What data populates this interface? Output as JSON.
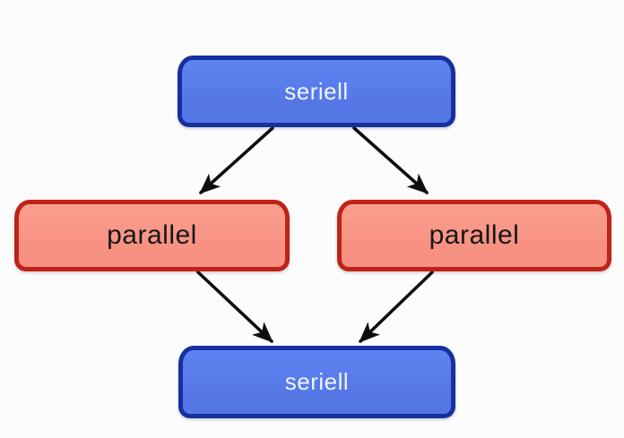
{
  "diagram": {
    "nodes": [
      {
        "id": "seriell-top",
        "label": "seriell",
        "kind": "seriell"
      },
      {
        "id": "parallel-left",
        "label": "parallel",
        "kind": "parallel"
      },
      {
        "id": "parallel-right",
        "label": "parallel",
        "kind": "parallel"
      },
      {
        "id": "seriell-bottom",
        "label": "seriell",
        "kind": "seriell"
      }
    ],
    "edges": [
      {
        "from": "seriell-top",
        "to": "parallel-left"
      },
      {
        "from": "seriell-top",
        "to": "parallel-right"
      },
      {
        "from": "parallel-left",
        "to": "seriell-bottom"
      },
      {
        "from": "parallel-right",
        "to": "seriell-bottom"
      }
    ]
  },
  "colors": {
    "canvas_bg": "#fcfcfc",
    "seriell_fill": "#5577e6",
    "seriell_fill_light": "#5e84f2",
    "seriell_border": "#16309f",
    "seriell_text": "#f0f4ff",
    "parallel_fill": "#f79181",
    "parallel_fill_light": "#fa9e90",
    "parallel_border": "#bf2317",
    "parallel_text": "#161616",
    "arrow": "#0e0e0e"
  }
}
